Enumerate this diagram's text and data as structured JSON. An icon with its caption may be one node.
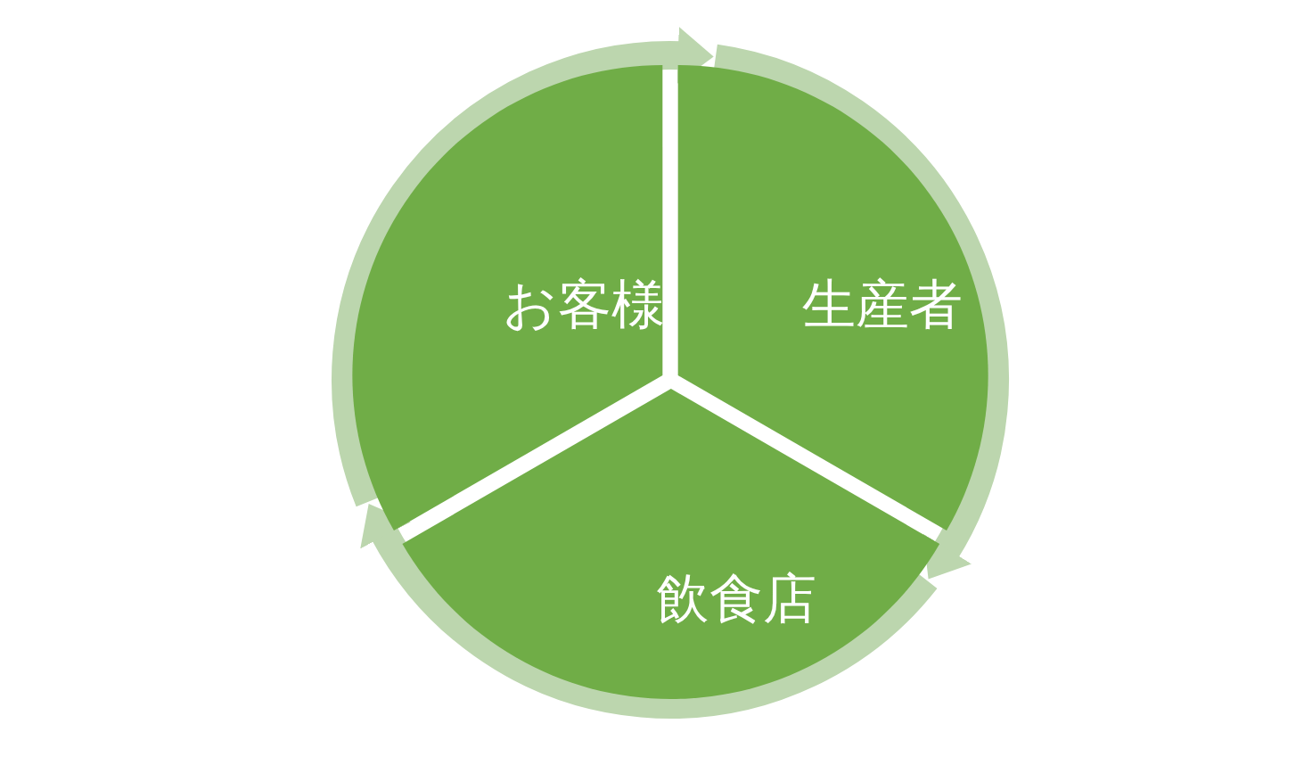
{
  "diagram": {
    "nodes": [
      {
        "text": [
          "お客様"
        ]
      },
      {
        "text": [
          "生産者"
        ]
      },
      {
        "text": [
          "飲食店"
        ]
      }
    ],
    "edges": [
      {
        "from": 0,
        "to": 1,
        "arrow": "to"
      },
      {
        "from": 1,
        "to": 2,
        "arrow": "to"
      },
      {
        "from": 2,
        "to": 0,
        "arrow": "to"
      }
    ]
  }
}
